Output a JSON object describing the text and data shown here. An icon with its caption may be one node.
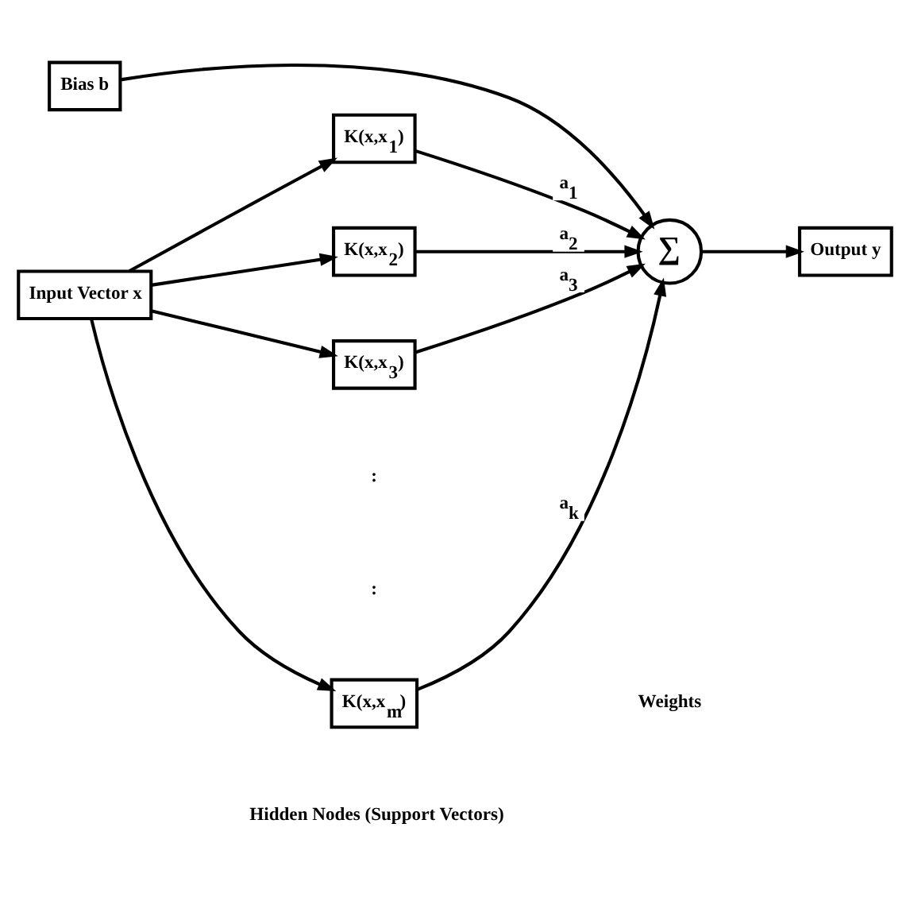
{
  "diagram": {
    "nodes": [
      {
        "text": [
          "Bias b"
        ]
      },
      {
        "text": [
          "Input Vector x"
        ]
      },
      {
        "text": [
          "K(x,x$_{1}$)"
        ]
      },
      {
        "text": [
          "K(x,x$_{2}$)"
        ]
      },
      {
        "text": [
          "K(x,x$_{3}$)"
        ]
      },
      {
        "text": [
          "K(x,x$_{m}$)"
        ]
      },
      {
        "text": [
          "∑"
        ]
      },
      {
        "text": [
          "Output y"
        ]
      }
    ],
    "edges": [
      {
        "from": 0,
        "to": 6,
        "arrow": "to"
      },
      {
        "from": 1,
        "to": 2,
        "arrow": "to"
      },
      {
        "from": 1,
        "to": 3,
        "arrow": "to"
      },
      {
        "from": 1,
        "to": 4,
        "arrow": "to"
      },
      {
        "from": 1,
        "to": 5,
        "arrow": "to"
      },
      {
        "from": 2,
        "to": 6,
        "arrow": "to",
        "label": "a$_{1}$"
      },
      {
        "from": 3,
        "to": 6,
        "arrow": "to",
        "label": "a$_{2}$"
      },
      {
        "from": 4,
        "to": 6,
        "arrow": "to",
        "label": "a$_{3}$"
      },
      {
        "from": 5,
        "to": 6,
        "arrow": "to",
        "label": "a$_{k}$"
      },
      {
        "from": 6,
        "to": 7,
        "arrow": "to"
      }
    ],
    "labels": [
      ":",
      ":",
      "Weights",
      "Hidden Nodes (Support Vectors)"
    ]
  }
}
